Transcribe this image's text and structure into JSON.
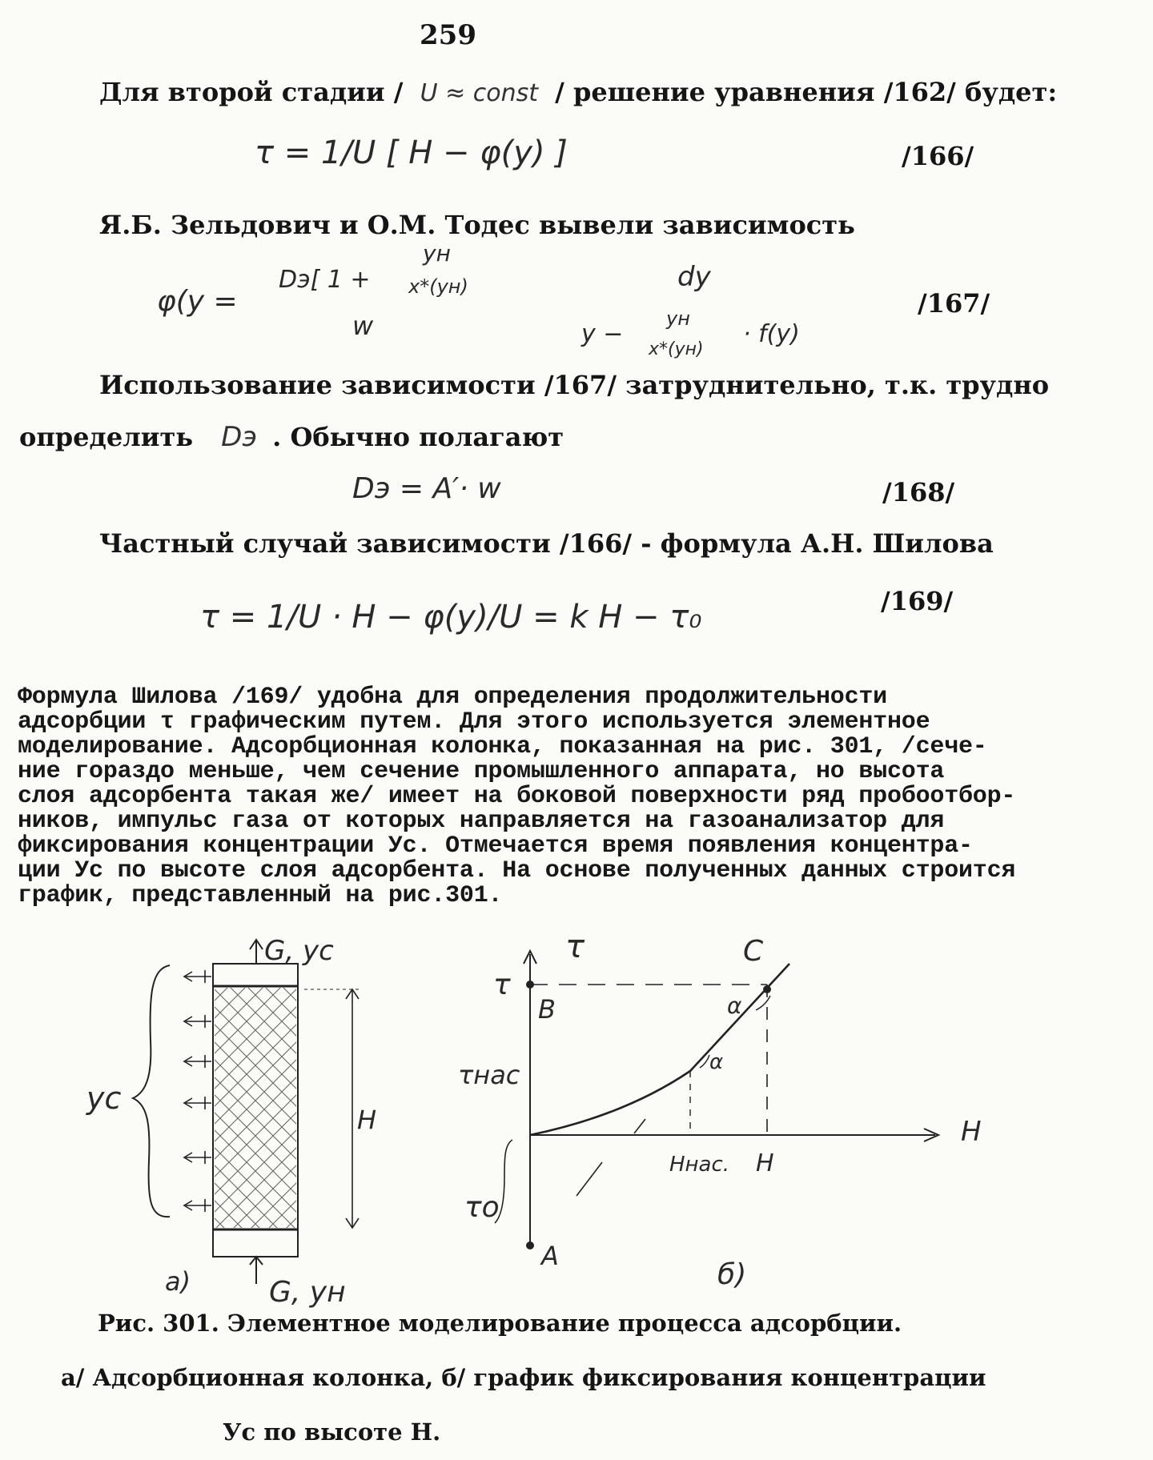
{
  "page_number": "259",
  "line1": {
    "before": "Для второй стадии /",
    "handwritten": "U ≈ const",
    "after": "/ решение уравнения /162/ будет:"
  },
  "eq166": {
    "formula": "τ = 1/U [ H − φ(y) ]",
    "number": "/166/"
  },
  "line2": "Я.Б. Зельдович и О.М. Тодес вывели зависимость",
  "eq167": {
    "lhs": "φ(y =",
    "num_top": "Dэ[ 1 +",
    "frac_num": "yн",
    "frac_den": "x*(yн)",
    "den": "w",
    "int_num": "dy",
    "int_den_a": "y −",
    "int_den_num": "yн",
    "int_den_den": "x*(yн)",
    "int_den_b": "· f(y)",
    "number": "/167/"
  },
  "line3": "Использование зависимости /167/ затруднительно, т.к. трудно",
  "line4": {
    "before": "определить",
    "handwritten": "Dэ",
    "after": ". Обычно полагают"
  },
  "eq168": {
    "formula": "Dэ = A′· w",
    "number": "/168/"
  },
  "line5": "Частный случай зависимости /166/ - формула А.Н. Шилова",
  "eq169": {
    "formula": "τ = 1/U · H −  φ(y)/U  = k H − τ₀",
    "number": "/169/"
  },
  "paragraph": [
    "     Формула Шилова /169/ удобна для определения продолжительности",
    "адсорбции  τ  графическим путем.  Для этого используется элементное",
    "моделирование.  Адсорбционная колонка, показанная на рис. 301, /сече-",
    "ние гораздо меньше, чем сечение промышленного аппарата, но высота",
    "слоя адсорбента такая же/ имеет на боковой поверхности ряд пробоотбор-",
    "ников, импульс газа от которых направляется на газоанализатор для",
    "фиксирования концентрации Ус.  Отмечается время появления концентра-",
    "ции Ус по высоте слоя адсорбента. На основе полученных данных строится",
    "график, представленный на рис.301."
  ],
  "figure": {
    "col_top": "G, yc",
    "col_bottom": "G, yн",
    "yc_label": "yc",
    "h_label": "H",
    "panel_a": "a)",
    "panel_b": "б)",
    "axis_tau": "τ",
    "axis_h": "H",
    "tau_tick": "τ",
    "tau_nas": "τнас",
    "tau0": "τo",
    "pt_a": "A",
    "pt_b": "B",
    "pt_c": "C",
    "alpha1": "α",
    "alpha2": "α",
    "h_nas": "Hнас.",
    "h_tick": "H"
  },
  "caption1": "Рис. 301. Элементное моделирование  процесса адсорбции.",
  "caption2": "а/ Адсорбционная колонка, б/ график фиксирования концентрации",
  "caption3": "Ус по высоте Н."
}
